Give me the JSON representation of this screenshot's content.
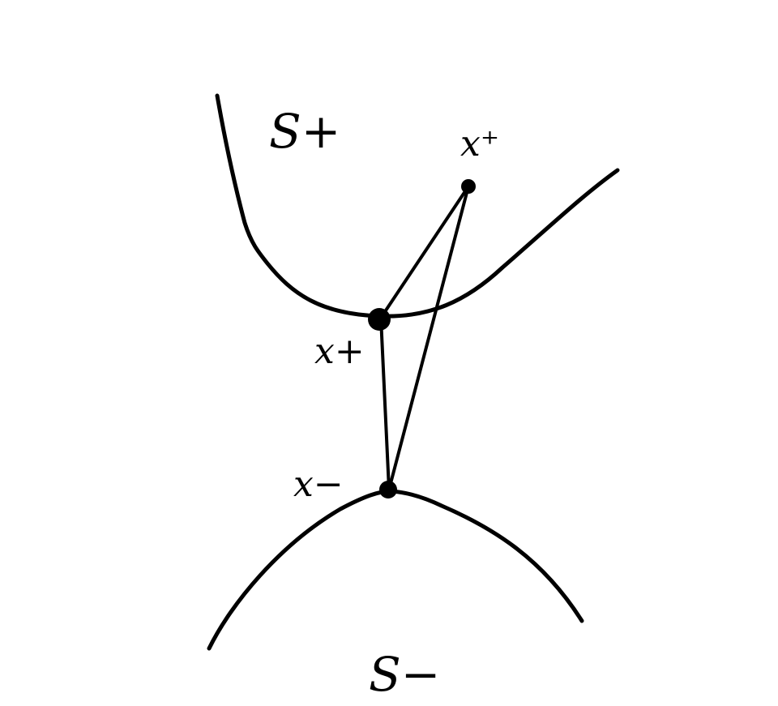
{
  "diagram": {
    "labels": {
      "upper_set": "S+",
      "lower_set": "S−",
      "point_above": "x⁺",
      "point_on_upper": "x+",
      "point_on_lower": "x−"
    },
    "colors": {
      "ink": "#000000",
      "background": "#ffffff"
    }
  }
}
